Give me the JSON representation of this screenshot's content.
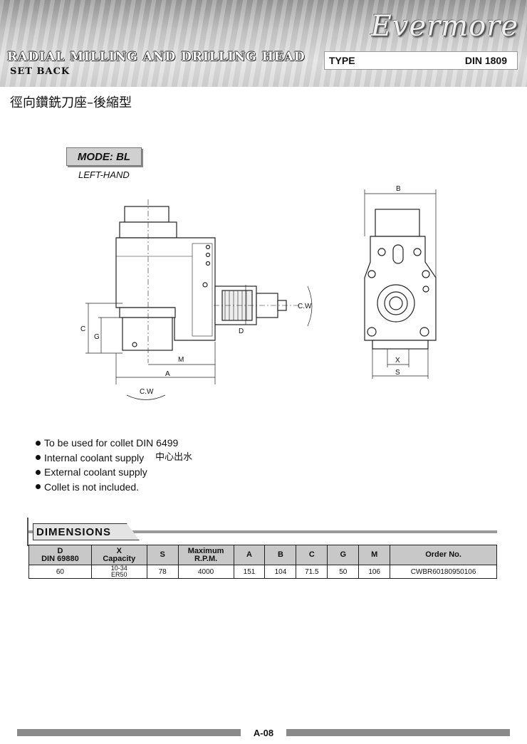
{
  "header": {
    "brand": "Evermore",
    "title": "RADIAL MILLING AND DRILLING HEAD",
    "subtitle": "SET BACK",
    "type_label": "TYPE",
    "type_value": "DIN 1809"
  },
  "cn_title": "徑向鑽銑刀座–後縮型",
  "mode": {
    "label": "MODE: BL",
    "sub": "LEFT-HAND"
  },
  "drawing": {
    "labels": {
      "c": "C",
      "g": "G",
      "m": "M",
      "a": "A",
      "d": "D",
      "cw": "C.W",
      "b": "B",
      "x": "X",
      "s": "S"
    }
  },
  "features": [
    {
      "text": "To be used for collet DIN 6499",
      "cn": ""
    },
    {
      "text": "Internal coolant supply",
      "cn": "中心出水"
    },
    {
      "text": "External coolant supply",
      "cn": ""
    },
    {
      "text": "Collet is not included.",
      "cn": ""
    }
  ],
  "dimensions": {
    "title": "DIMENSIONS",
    "headers": {
      "d1": "D",
      "d2": "DIN 69880",
      "x1": "X",
      "x2": "Capacity",
      "s": "S",
      "rpm1": "Maximum",
      "rpm2": "R.P.M.",
      "a": "A",
      "b": "B",
      "c": "C",
      "g": "G",
      "m": "M",
      "order": "Order No."
    },
    "row": {
      "d": "60",
      "x1": "10-34",
      "x2": "ER50",
      "s": "78",
      "rpm": "4000",
      "a": "151",
      "b": "104",
      "c": "71.5",
      "g": "50",
      "m": "106",
      "order": "CWBR60180950106"
    }
  },
  "page_no": "A-08"
}
